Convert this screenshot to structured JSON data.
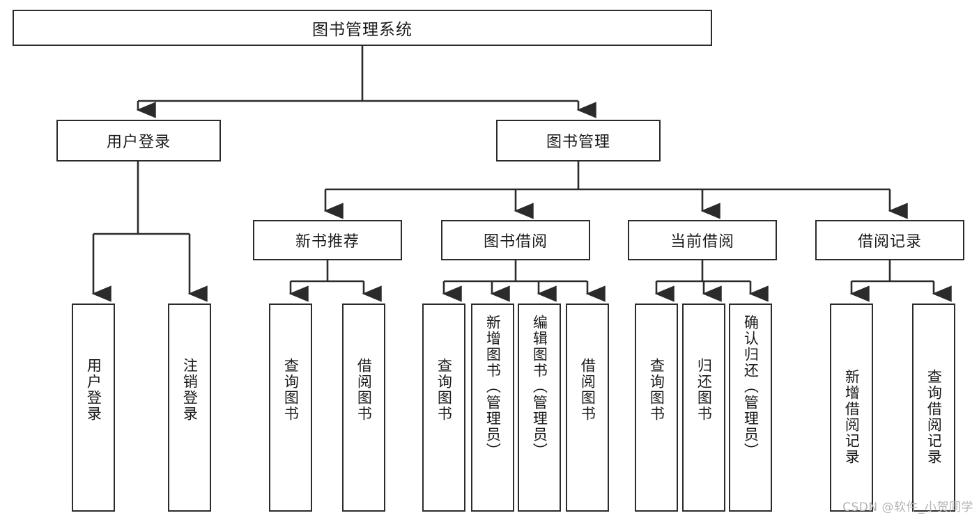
{
  "diagram": {
    "title": "图书管理系统",
    "type": "tree",
    "watermark": "CSDN @软件_小贺同学",
    "edge_color": "#2b2b2b",
    "box_fill": "#ffffff",
    "text_color": "#1a1a1a"
  },
  "root": {
    "label": "图书管理系统"
  },
  "level2": [
    {
      "label": "用户登录"
    },
    {
      "label": "图书管理"
    }
  ],
  "level3": [
    {
      "label": "新书推荐"
    },
    {
      "label": "图书借阅"
    },
    {
      "label": "当前借阅"
    },
    {
      "label": "借阅记录"
    }
  ],
  "leaves": {
    "user_login": [
      {
        "label": "用户登录"
      },
      {
        "label": "注销登录"
      }
    ],
    "new_book": [
      {
        "label": "查询图书"
      },
      {
        "label": "借阅图书"
      }
    ],
    "book_borrow": [
      {
        "label": "查询图书"
      },
      {
        "label": "新增图书（管理员）"
      },
      {
        "label": "编辑图书（管理员）"
      },
      {
        "label": "借阅图书"
      }
    ],
    "current_borrow": [
      {
        "label": "查询图书"
      },
      {
        "label": "归还图书"
      },
      {
        "label": "确认归还（管理员）"
      }
    ],
    "borrow_record": [
      {
        "label": "新增借阅记录"
      },
      {
        "label": "查询借阅记录"
      }
    ]
  }
}
